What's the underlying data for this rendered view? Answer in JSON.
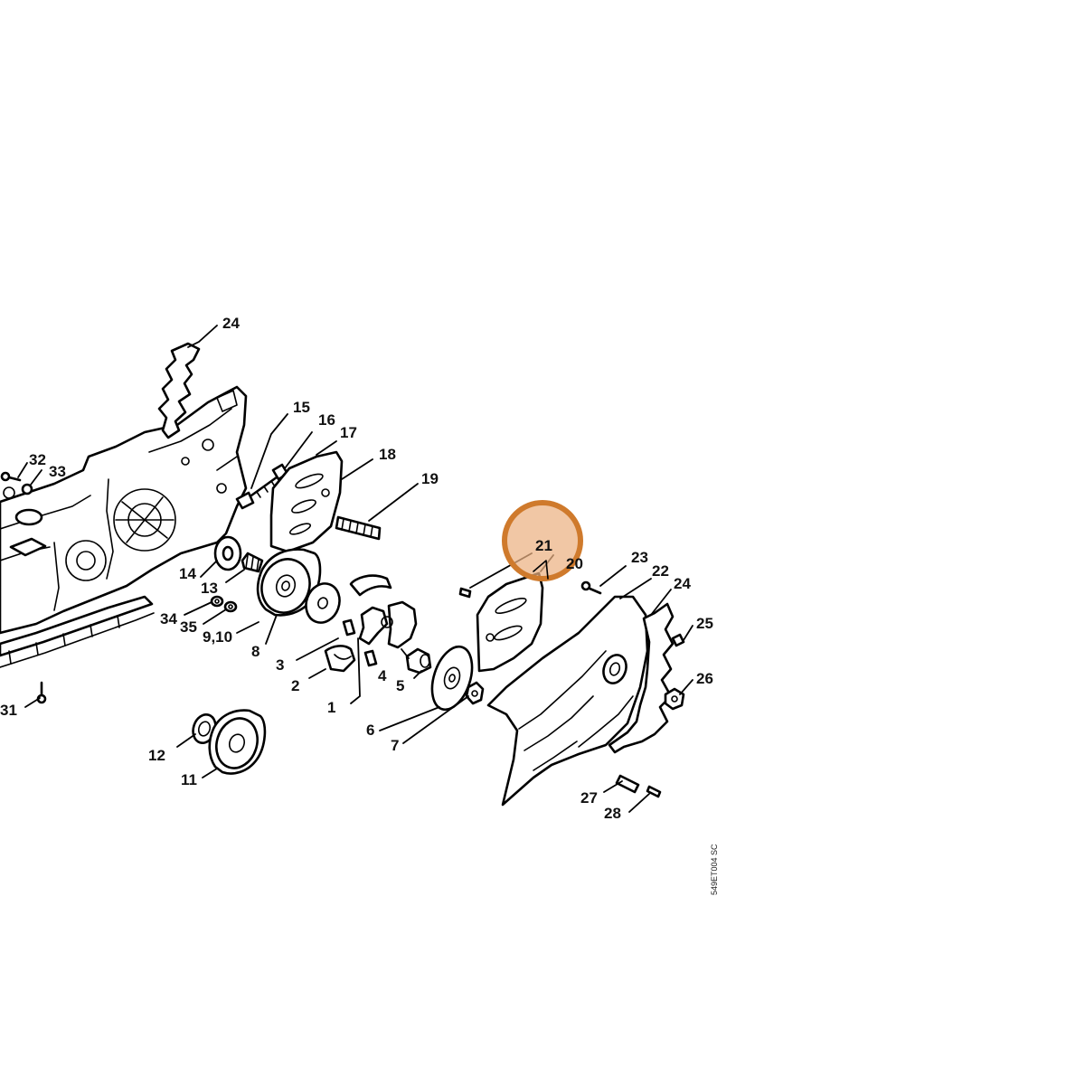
{
  "figure_code": "549ET004 SC",
  "highlight": {
    "part": "21",
    "fill": "#ecb282",
    "stroke": "#cf7a2c"
  },
  "callouts": {
    "c1": "1",
    "c2": "2",
    "c3": "3",
    "c4": "4",
    "c5": "5",
    "c6": "6",
    "c7": "7",
    "c8": "8",
    "c9_10": "9,10",
    "c11": "11",
    "c12": "12",
    "c13": "13",
    "c14": "14",
    "c15": "15",
    "c16": "16",
    "c17": "17",
    "c18": "18",
    "c19": "19",
    "c20": "20",
    "c21": "21",
    "c22": "22",
    "c23": "23",
    "c24_left": "24",
    "c24_right": "24",
    "c25": "25",
    "c26": "26",
    "c27": "27",
    "c28": "28",
    "c31": "31",
    "c32": "32",
    "c33": "33",
    "c34": "34",
    "c35": "35"
  }
}
